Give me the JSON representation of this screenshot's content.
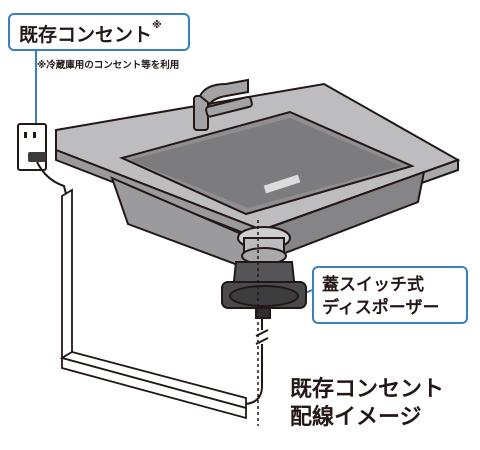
{
  "outlet_callout": {
    "label": "既存コンセント",
    "mark": "※"
  },
  "outlet_note": "※冷蔵庫用のコンセント等を利用",
  "disposer_callout": {
    "line1": "蓋スイッチ式",
    "line2": "ディスポーザー"
  },
  "caption": {
    "line1": "既存コンセント",
    "line2": "配線イメージ"
  },
  "colors": {
    "accent": "#3a7fc2",
    "sink_dark": "#8b8b8d",
    "sink_light": "#c9c9cb",
    "ink": "#231815"
  }
}
